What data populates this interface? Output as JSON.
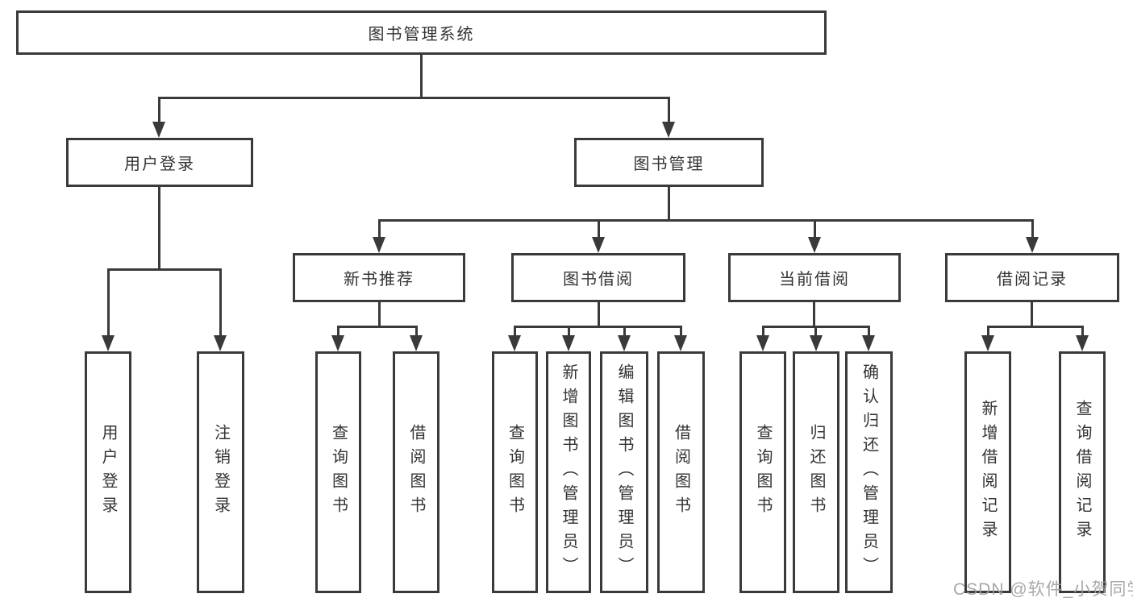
{
  "diagram": {
    "title": "图书管理系统",
    "root": {
      "label": "图书管理系统"
    },
    "level2": {
      "user_login": {
        "label": "用户登录"
      },
      "book_mgmt": {
        "label": "图书管理"
      }
    },
    "level3": {
      "new_book_rec": {
        "label": "新书推荐"
      },
      "book_borrow": {
        "label": "图书借阅"
      },
      "current_borrow": {
        "label": "当前借阅"
      },
      "borrow_records": {
        "label": "借阅记录"
      }
    },
    "leaves": {
      "user_login_leaf": {
        "label": "用户登录"
      },
      "logout_leaf": {
        "label": "注销登录"
      },
      "nbr_query": {
        "label": "查询图书"
      },
      "nbr_borrow": {
        "label": "借阅图书"
      },
      "bb_query": {
        "label": "查询图书"
      },
      "bb_add": {
        "label": "新增图书（管理员）"
      },
      "bb_edit": {
        "label": "编辑图书（管理员）"
      },
      "bb_borrow": {
        "label": "借阅图书"
      },
      "cb_query": {
        "label": "查询图书"
      },
      "cb_return": {
        "label": "归还图书"
      },
      "cb_confirm": {
        "label": "确认归还（管理员）"
      },
      "br_add": {
        "label": "新增借阅记录"
      },
      "br_query": {
        "label": "查询借阅记录"
      }
    },
    "edges": [
      {
        "from": "图书管理系统",
        "to": [
          "用户登录",
          "图书管理"
        ]
      },
      {
        "from": "用户登录",
        "to": [
          "用户登录",
          "注销登录"
        ]
      },
      {
        "from": "图书管理",
        "to": [
          "新书推荐",
          "图书借阅",
          "当前借阅",
          "借阅记录"
        ]
      },
      {
        "from": "新书推荐",
        "to": [
          "查询图书",
          "借阅图书"
        ]
      },
      {
        "from": "图书借阅",
        "to": [
          "查询图书",
          "新增图书（管理员）",
          "编辑图书（管理员）",
          "借阅图书"
        ]
      },
      {
        "from": "当前借阅",
        "to": [
          "查询图书",
          "归还图书",
          "确认归还（管理员）"
        ]
      },
      {
        "from": "借阅记录",
        "to": [
          "新增借阅记录",
          "查询借阅记录"
        ]
      }
    ],
    "watermark": "CSDN @软件_小贺同学",
    "colors": {
      "line": "#3a3a3a",
      "box_border": "#3a3a3a",
      "text": "#333333",
      "background": "#ffffff",
      "watermark": "#9f9f9f"
    }
  }
}
